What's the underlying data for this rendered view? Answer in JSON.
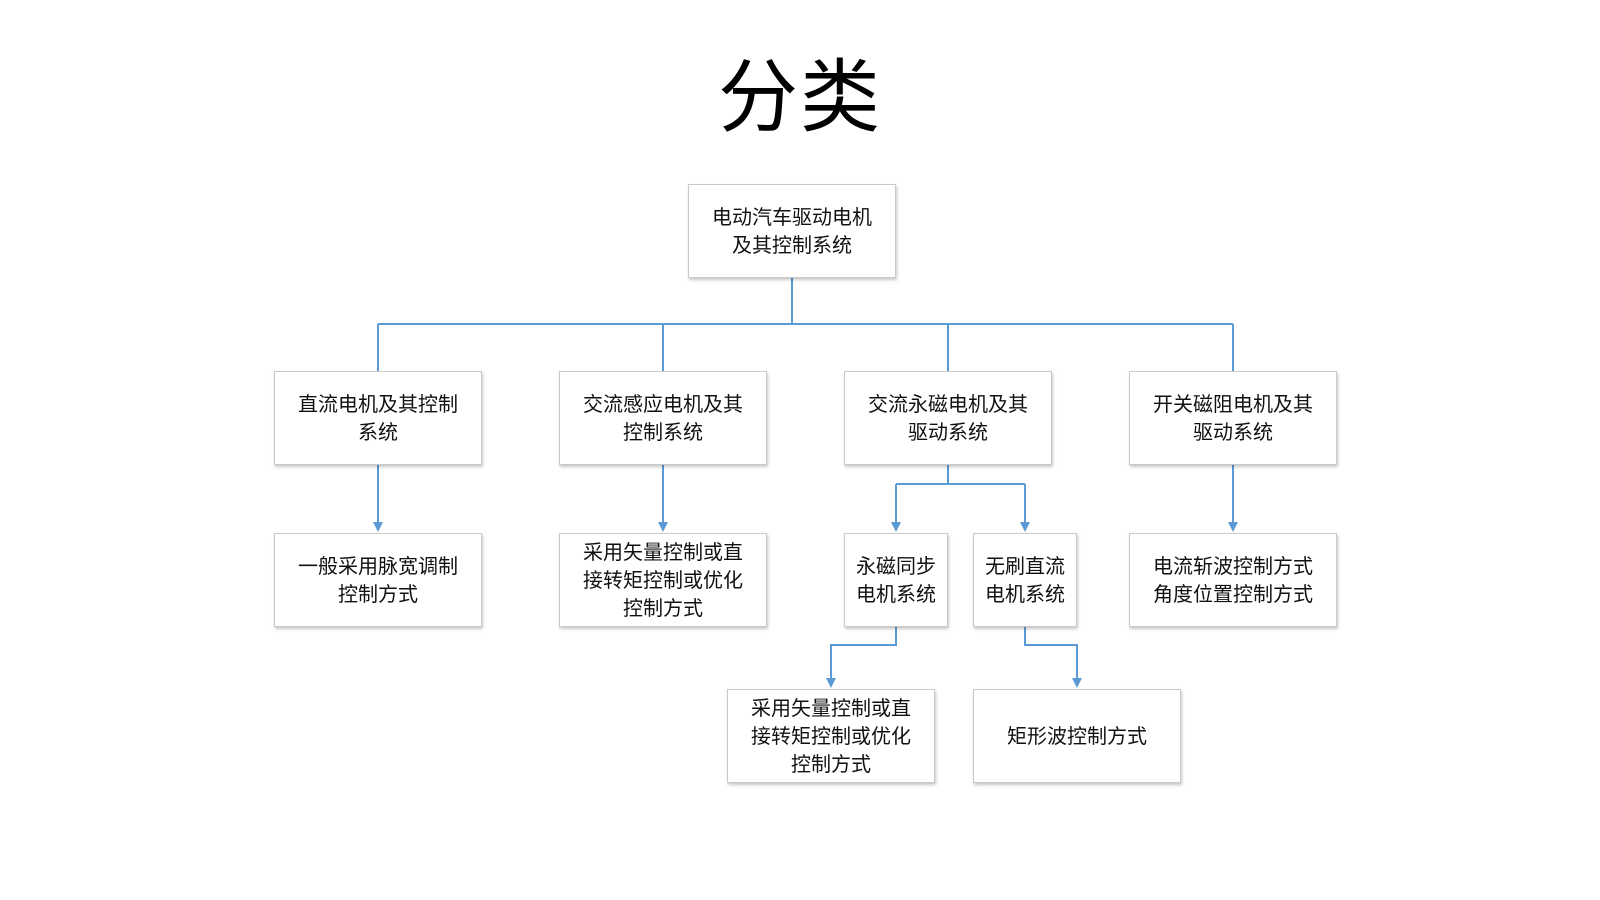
{
  "title": "分类",
  "colors": {
    "connector": "#5b9bd5",
    "node_border": "#c9c9c9",
    "text": "#111111"
  },
  "nodes": {
    "root": {
      "lines": [
        "电动汽车驱动电机",
        "及其控制系统"
      ]
    },
    "dc": {
      "lines": [
        "直流电机及其控制",
        "系统"
      ]
    },
    "ac_induction": {
      "lines": [
        "交流感应电机及其",
        "控制系统"
      ]
    },
    "ac_pm": {
      "lines": [
        "交流永磁电机及其",
        "驱动系统"
      ]
    },
    "srm": {
      "lines": [
        "开关磁阻电机及其",
        "驱动系统"
      ]
    },
    "dc_control": {
      "lines": [
        "一般采用脉宽调制",
        "控制方式"
      ]
    },
    "induction_control": {
      "lines": [
        "采用矢量控制或直",
        "接转矩控制或优化",
        "控制方式"
      ]
    },
    "pmsm": {
      "lines": [
        "永磁同步",
        "电机系统"
      ]
    },
    "bldc": {
      "lines": [
        "无刷直流",
        "电机系统"
      ]
    },
    "srm_control": {
      "lines": [
        "电流斩波控制方式",
        "角度位置控制方式"
      ]
    },
    "pmsm_control": {
      "lines": [
        "采用矢量控制或直",
        "接转矩控制或优化",
        "控制方式"
      ]
    },
    "bldc_control": {
      "lines": [
        "矩形波控制方式"
      ]
    }
  }
}
